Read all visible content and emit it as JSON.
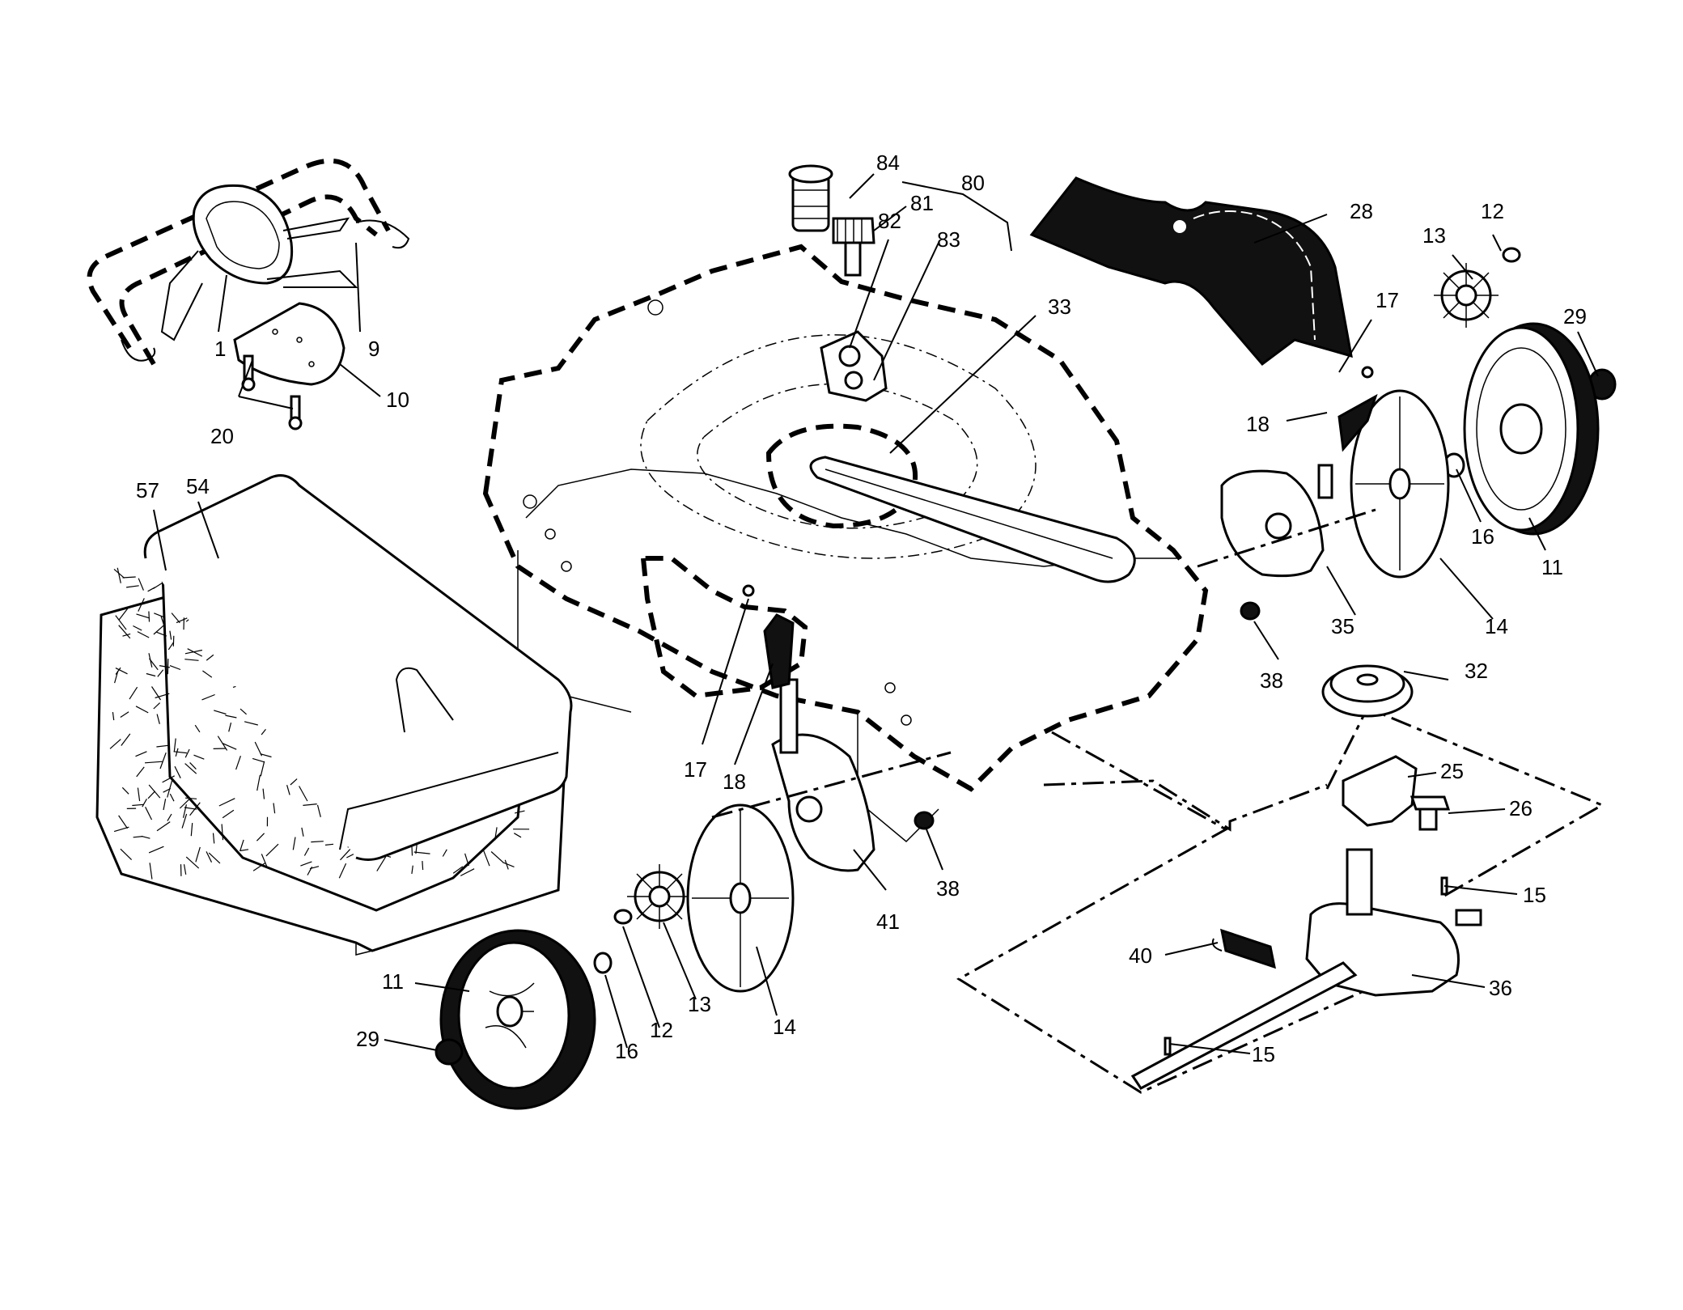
{
  "labels": {
    "l84": "84",
    "l80": "80",
    "l81": "81",
    "l82": "82",
    "l83": "83",
    "l28": "28",
    "l12a": "12",
    "l13a": "13",
    "l29a": "29",
    "l17a": "17",
    "l33": "33",
    "l18a": "18",
    "l1": "1",
    "l9": "9",
    "l10": "10",
    "l20": "20",
    "l57": "57",
    "l54": "54",
    "l16a": "16",
    "l11a": "11",
    "l35": "35",
    "l14a": "14",
    "l38a": "38",
    "l32": "32",
    "l25": "25",
    "l26": "26",
    "l17b": "17",
    "l18b": "18",
    "l41": "41",
    "l38b": "38",
    "l15a": "15",
    "l40": "40",
    "l36": "36",
    "l15b": "15",
    "l11b": "11",
    "l29b": "29",
    "l16b": "16",
    "l12b": "12",
    "l13b": "13",
    "l14b": "14"
  }
}
